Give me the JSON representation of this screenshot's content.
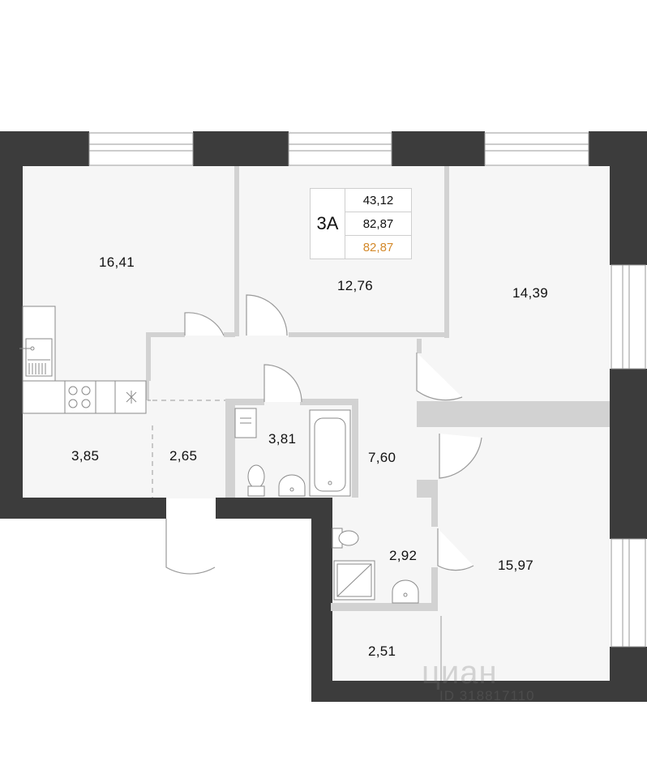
{
  "apartment": {
    "type": "3А",
    "living_area": "43,12",
    "total_area": "82,87",
    "total_area_highlight": "82,87",
    "highlight_color": "#d4892a"
  },
  "rooms": {
    "kitchen_living": "16,41",
    "bedroom_middle": "12,76",
    "bedroom_right": "14,39",
    "storage_left": "3,85",
    "entry": "2,65",
    "bathroom": "3,81",
    "hall": "7,60",
    "toilet": "2,92",
    "bedroom_lower": "15,97",
    "closet": "2,51"
  },
  "watermark": {
    "brand": "циан",
    "id_text": "ID 318817110"
  },
  "colors": {
    "wall": "#3c3c3c",
    "partition": "#d2d2d2",
    "line": "#9a9a9a"
  }
}
